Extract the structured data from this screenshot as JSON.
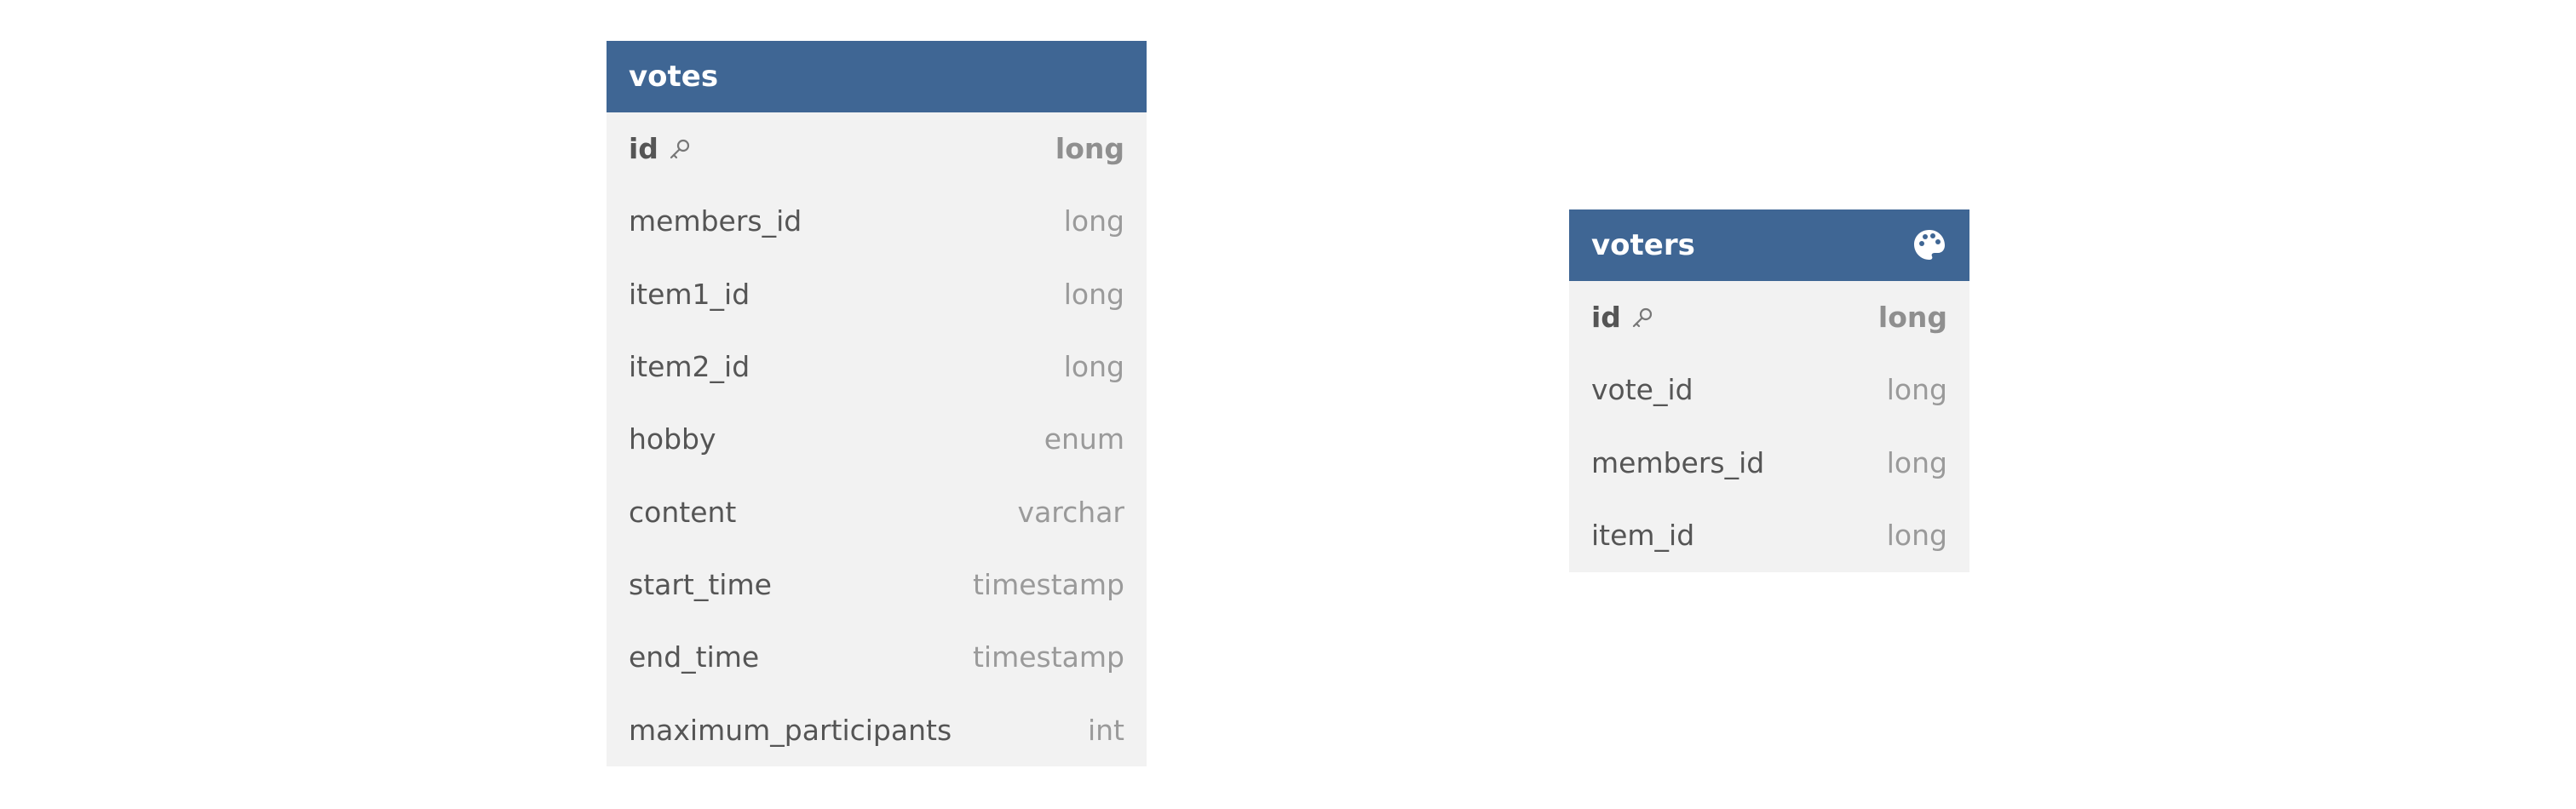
{
  "tables": {
    "votes": {
      "title": "votes",
      "columns": [
        {
          "name": "id",
          "type": "long",
          "primary_key": true,
          "icon": "key-icon"
        },
        {
          "name": "members_id",
          "type": "long"
        },
        {
          "name": "item1_id",
          "type": "long"
        },
        {
          "name": "item2_id",
          "type": "long"
        },
        {
          "name": "hobby",
          "type": "enum"
        },
        {
          "name": "content",
          "type": "varchar"
        },
        {
          "name": "start_time",
          "type": "timestamp"
        },
        {
          "name": "end_time",
          "type": "timestamp"
        },
        {
          "name": "maximum_participants",
          "type": "int"
        }
      ]
    },
    "voters": {
      "title": "voters",
      "header_icon": "palette-icon",
      "columns": [
        {
          "name": "id",
          "type": "long",
          "primary_key": true,
          "icon": "key-icon"
        },
        {
          "name": "vote_id",
          "type": "long"
        },
        {
          "name": "members_id",
          "type": "long"
        },
        {
          "name": "item_id",
          "type": "long"
        }
      ]
    }
  },
  "colors": {
    "header_bg": "#3f6694",
    "body_bg": "#f2f2f2",
    "name_text": "#555555",
    "type_text": "#9a9a9a"
  }
}
